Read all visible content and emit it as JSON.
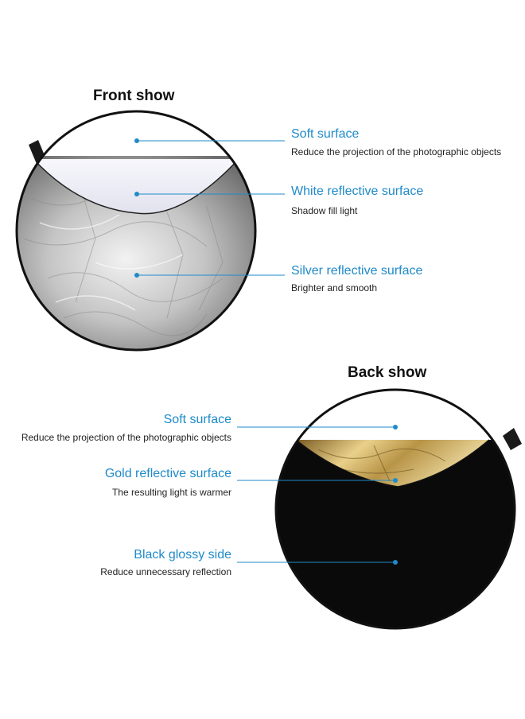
{
  "front": {
    "title": "Front show",
    "items": [
      {
        "label": "Soft surface",
        "desc": "Reduce the projection of the photographic objects"
      },
      {
        "label": "White reflective surface",
        "desc": "Shadow fill light"
      },
      {
        "label": "Silver reflective surface",
        "desc": "Brighter and smooth"
      }
    ]
  },
  "back": {
    "title": "Back show",
    "items": [
      {
        "label": "Soft surface",
        "desc": "Reduce the projection of the photographic objects"
      },
      {
        "label": "Gold reflective surface",
        "desc": "The resulting light is warmer"
      },
      {
        "label": "Black glossy side",
        "desc": "Reduce unnecessary reflection"
      }
    ]
  },
  "colors": {
    "accent": "#1f8ac9",
    "silver": "#c9c9c9",
    "gold": "#c9a24a",
    "black": "#0a0a0a",
    "white_surface": "#eeeef8"
  }
}
